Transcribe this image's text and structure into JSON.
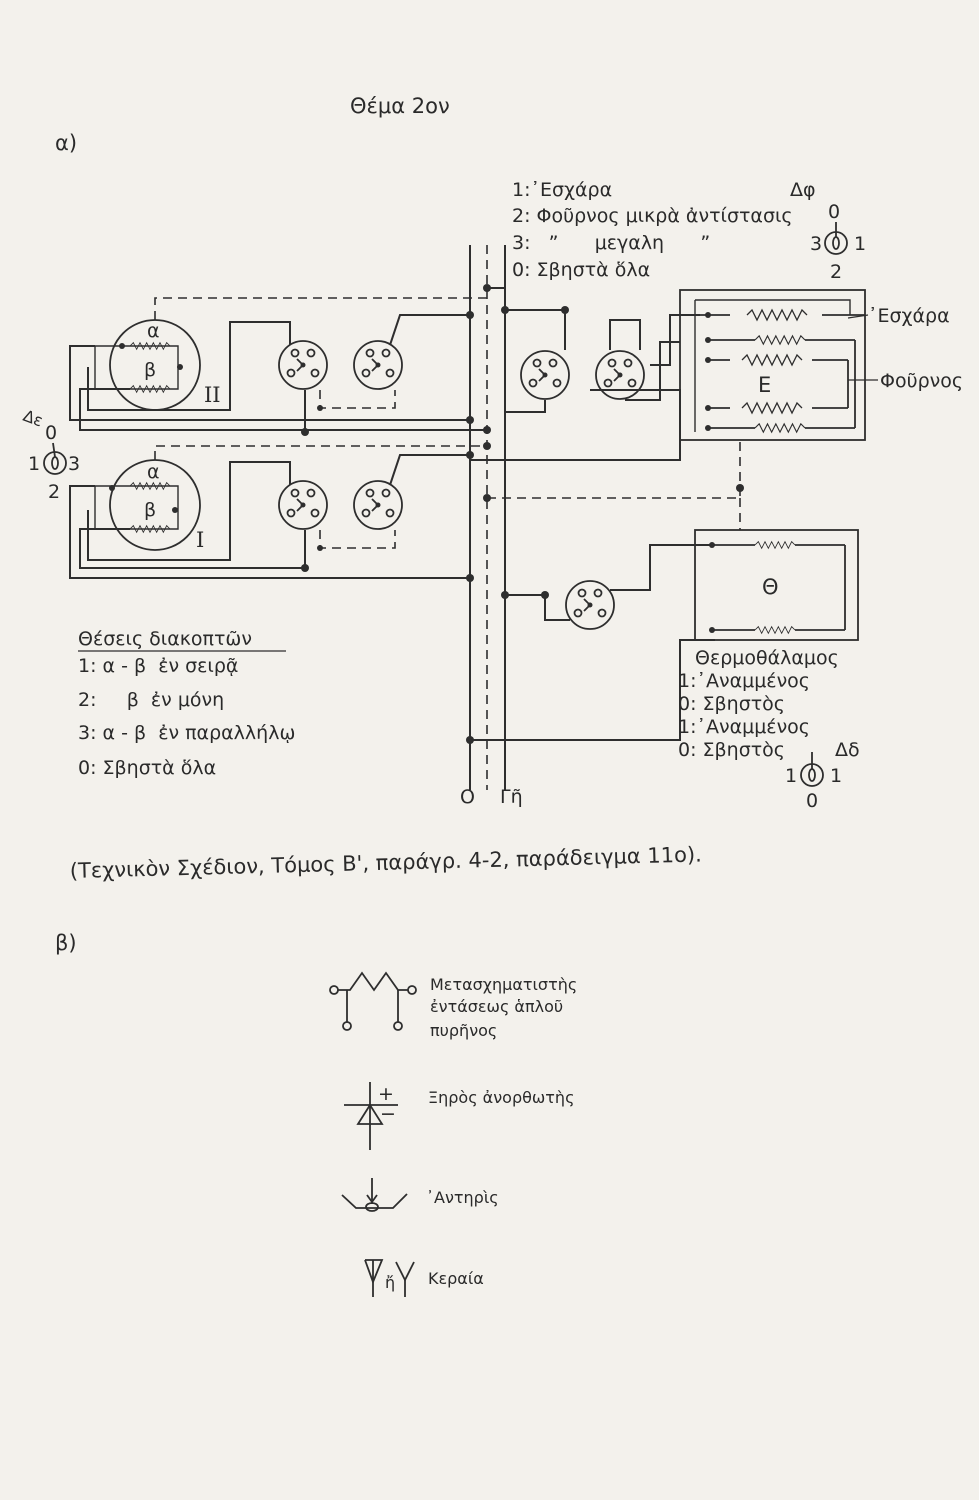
{
  "title": "Θέμα 2ον",
  "part_a": {
    "label": "α)",
    "legend_df": {
      "lines": [
        "1:᾿Εσχάρα",
        "2: Φοῦρνος μικρὰ ἀντίστασις",
        "3:   ”      μεγαλη      ”",
        "0: Σβηστὰ ὅλα"
      ],
      "switch_name": "Δφ",
      "positions": {
        "top": "0",
        "left": "3",
        "right": "1",
        "bottom": "2"
      }
    },
    "switch_de": {
      "name": "Δε",
      "positions": {
        "top": "0",
        "left": "1",
        "right": "3",
        "bottom": "2"
      }
    },
    "heater_labels": {
      "alpha": "α",
      "beta": "β",
      "unit2": "ΙΙ",
      "unit1": "Ι"
    },
    "box_e": {
      "label": "Ε",
      "grill": "᾿Εσχάρα",
      "oven": "Φοῦρνος"
    },
    "box_th": {
      "label": "Θ",
      "name": "Θερμοθάλαμος",
      "lines": [
        "1:᾿Αναμμένος",
        "0: Σβηστὸς",
        "1:᾿Αναμμένος",
        "0: Σβηστὸς"
      ]
    },
    "switch_dd": {
      "name": "Δδ",
      "positions": {
        "left": "1",
        "right": "1",
        "bottom": "0"
      }
    },
    "bus_labels": {
      "neutral": "Ο",
      "earth": "Γῆ"
    },
    "switch_positions": {
      "heading": "Θέσεις διακοπτῶν",
      "items": [
        "1: α - β  ἐν σειρᾷ",
        "2:     β  ἐν μόνη",
        "3: α - β  ἐν παραλλήλῳ",
        "0: Σβηστὰ ὅλα"
      ]
    },
    "caption": "(Τεχνικὸν Σχέδιον, Τόμος Β', παράγρ. 4-2, παράδειγμα 11ο)."
  },
  "part_b": {
    "label": "β)",
    "symbols": [
      {
        "icon": "transformer-symbol",
        "lines": [
          "Μετασχηματιστὴς",
          "ἐντάσεως ἁπλοῦ",
          "πυρῆνος"
        ]
      },
      {
        "icon": "dry-rectifier-symbol",
        "lines": [
          "Ξηρὸς ἀνορθωτὴς"
        ],
        "plus": "+",
        "minus": "−"
      },
      {
        "icon": "pump-symbol",
        "lines": [
          "᾿Αντηρὶς"
        ]
      },
      {
        "icon": "antenna-symbol",
        "lines": [
          "Κεραία"
        ],
        "or": "ἤ"
      }
    ]
  }
}
